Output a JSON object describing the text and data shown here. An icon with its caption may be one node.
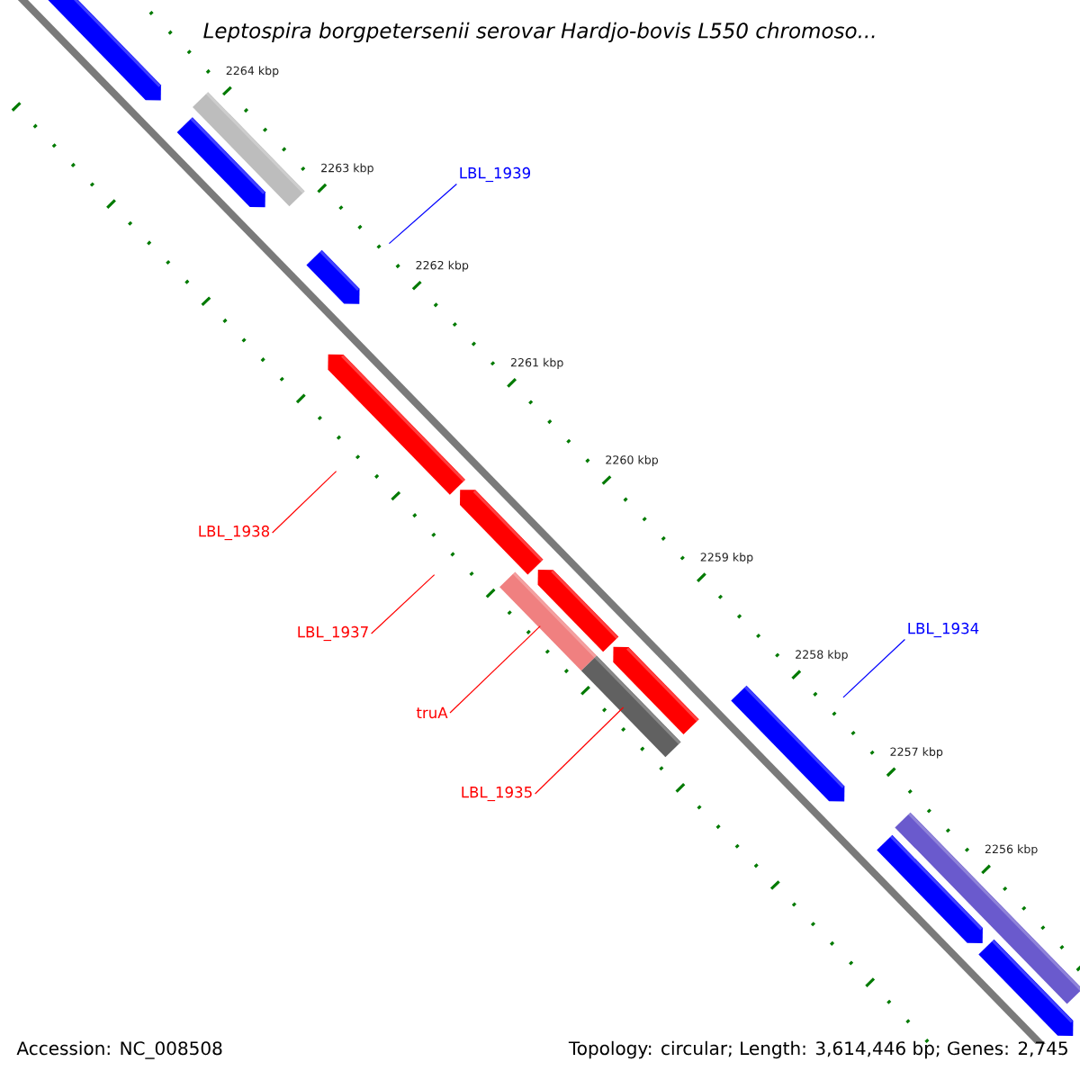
{
  "diagram": {
    "title": "Leptospira borgpetersenii serovar Hardjo-bovis L550 chromoso...",
    "nodes": [
      {
        "text": [],
        "shape": "arrow"
      },
      {
        "text": [],
        "shape": "bar"
      },
      {
        "text": [],
        "shape": "arrow"
      },
      {
        "text": [],
        "shape": "arrow"
      },
      {
        "text": [],
        "shape": "arrow"
      },
      {
        "text": [],
        "shape": "arrow"
      },
      {
        "text": [],
        "shape": "bar"
      },
      {
        "text": [],
        "shape": "arrow"
      },
      {
        "text": [],
        "shape": "bar"
      },
      {
        "text": [],
        "shape": "arrow"
      },
      {
        "text": [],
        "shape": "arrow"
      },
      {
        "text": [],
        "shape": "bar"
      },
      {
        "text": [],
        "shape": "arrow"
      },
      {
        "text": [],
        "shape": "arrow"
      },
      {
        "text": [
          "LBL_1939"
        ]
      },
      {
        "text": [
          "LBL_1938"
        ]
      },
      {
        "text": [
          "LBL_1937"
        ]
      },
      {
        "text": [
          "truA"
        ]
      },
      {
        "text": [
          "LBL_1935"
        ]
      },
      {
        "text": [
          "LBL_1934"
        ]
      }
    ],
    "edges": [
      {
        "from": 14,
        "to": 3,
        "arrow": "none",
        "color": "#0000ff"
      },
      {
        "from": 15,
        "to": 4,
        "arrow": "none"
      },
      {
        "from": 16,
        "to": 5,
        "arrow": "none"
      },
      {
        "from": 17,
        "to": 7,
        "arrow": "none"
      },
      {
        "from": 18,
        "to": 9,
        "arrow": "none"
      },
      {
        "from": 19,
        "to": 10,
        "arrow": "none",
        "color": "#0000ff"
      }
    ],
    "labels": [
      "2264 kbp",
      "2263 kbp",
      "2262 kbp",
      "2261 kbp",
      "2260 kbp",
      "2259 kbp",
      "2258 kbp",
      "2257 kbp",
      "2256 kbp",
      "Accession: NC_008508",
      "Topology: circular; Length: 3,614,446 bp; Genes: 2,745"
    ]
  }
}
